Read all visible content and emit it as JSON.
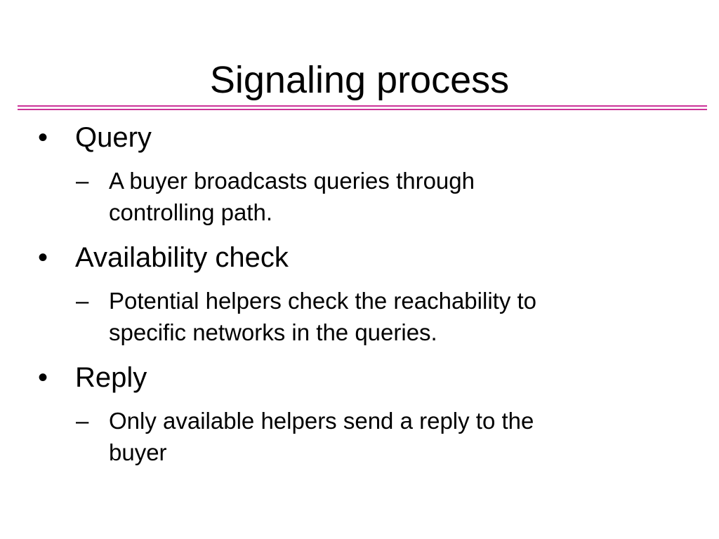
{
  "slide": {
    "title": "Signaling process",
    "accent_color": "#cc3399",
    "bullet_glyph": "•",
    "dash_glyph": "–",
    "items": [
      {
        "label": "Query",
        "sub": [
          "A buyer broadcasts queries through",
          "controlling path."
        ]
      },
      {
        "label": "Availability check",
        "sub": [
          "Potential helpers check the reachability to",
          "specific networks in the queries."
        ]
      },
      {
        "label": "Reply",
        "sub": [
          "Only available helpers send a reply to the",
          "buyer"
        ]
      }
    ]
  }
}
